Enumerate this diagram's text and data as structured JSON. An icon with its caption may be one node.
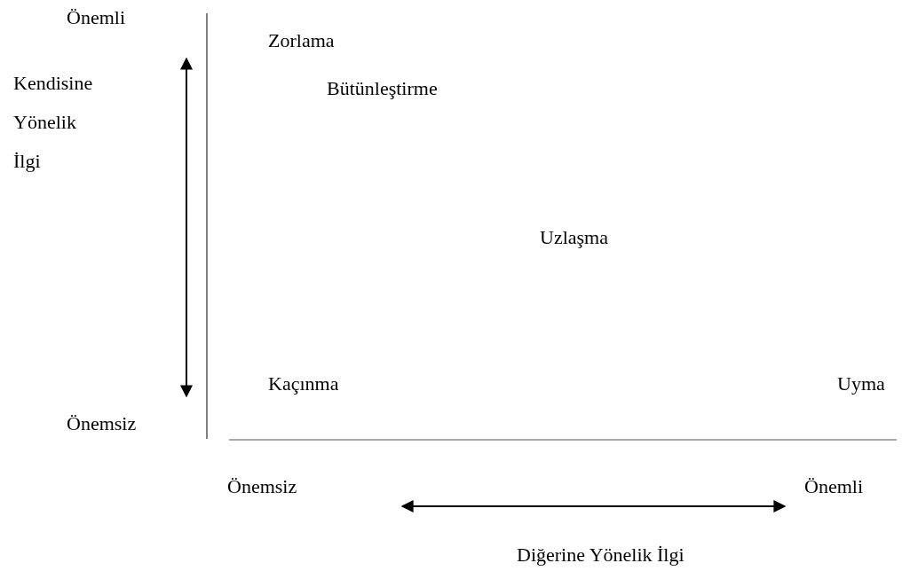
{
  "diagram": {
    "labels": [
      "Önemli",
      "Zorlama",
      "Kendisine Yönelik İlgi",
      "Bütünleştirme",
      "Uzlaşma",
      "Kaçınma",
      "Uyma",
      "Önemsiz",
      "Önemsiz",
      "Önemli",
      "Diğerine Yönelik İlgi"
    ]
  }
}
